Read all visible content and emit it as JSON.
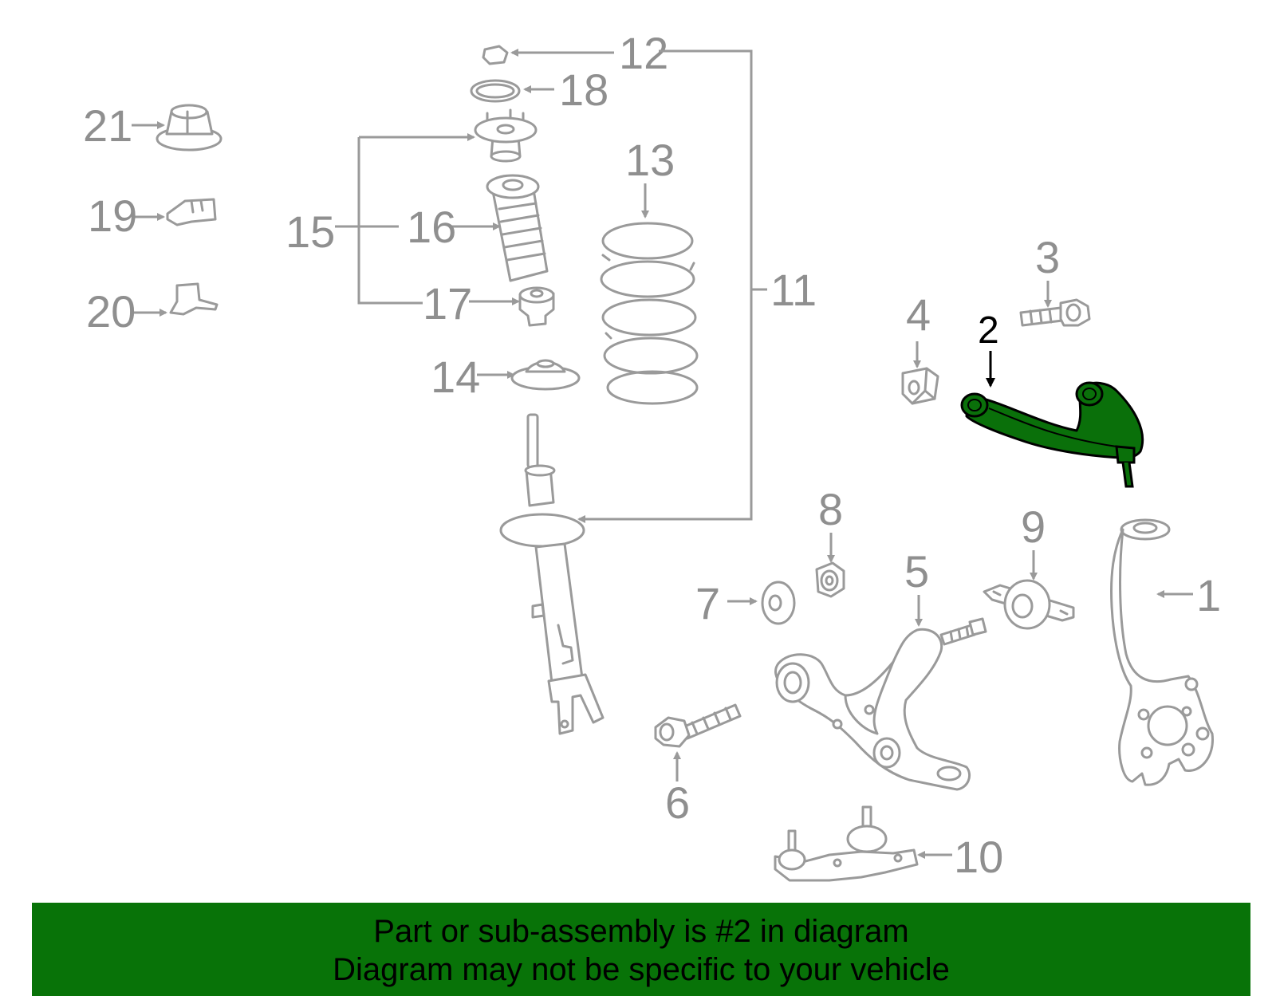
{
  "diagram": {
    "highlight_color": "#0a700a",
    "banner_color": "#087308",
    "part_labels": [
      "1",
      "2",
      "3",
      "4",
      "5",
      "6",
      "7",
      "8",
      "9",
      "10",
      "11",
      "12",
      "13",
      "14",
      "15",
      "16",
      "17",
      "18",
      "19",
      "20",
      "21"
    ],
    "highlighted_part": "2"
  },
  "banner": {
    "line1": "Part or sub-assembly is #2 in diagram",
    "line2": "Diagram may not be specific to your vehicle"
  }
}
